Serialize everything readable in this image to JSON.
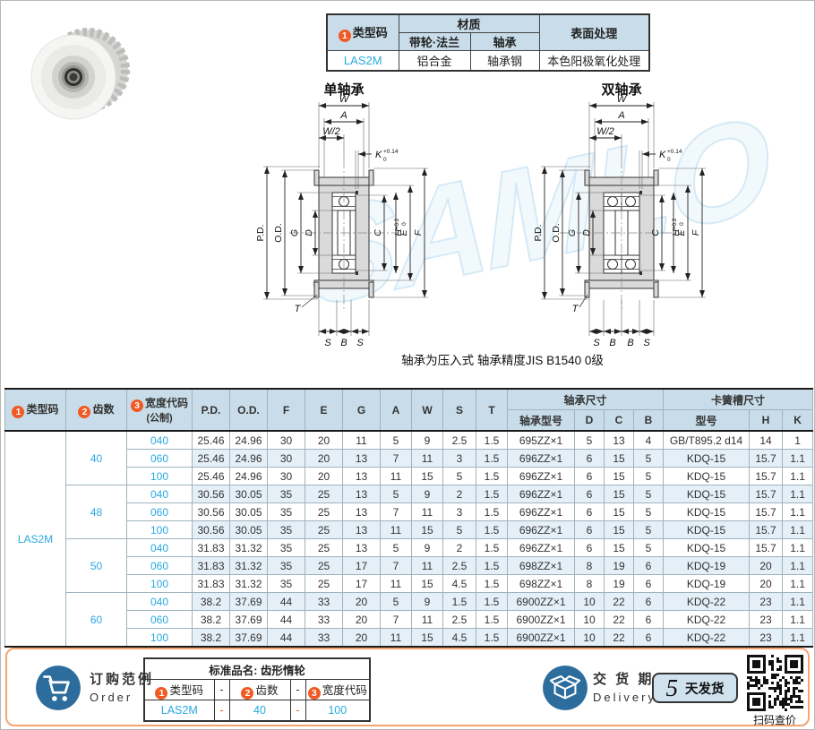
{
  "colors": {
    "accent_blue": "#29a9e0",
    "badge_orange": "#f15a24",
    "header_bg": "#c8dde9",
    "alt_row": "#e4eff7",
    "icon_blue": "#2d6d9e",
    "box_border": "#f5a571"
  },
  "badges": {
    "one": "1",
    "two": "2",
    "three": "3"
  },
  "materials_table": {
    "type_code_header": "类型码",
    "material_header": "材质",
    "pulley_flange_header": "带轮·法兰",
    "bearing_header": "轴承",
    "surface_header": "表面处理",
    "type_code": "LAS2M",
    "pulley_flange": "铝合金",
    "bearing": "轴承钢",
    "surface": "本色阳极氧化处理"
  },
  "drawings": {
    "left_title": "单轴承",
    "right_title": "双轴承",
    "note": "轴承为压入式 轴承精度JIS B1540 0级",
    "watermark": "SAMLO",
    "labels": {
      "w": "W",
      "a": "A",
      "w2": "W/2",
      "k": "K",
      "k_tol_up": "+0.14",
      "k_tol_dn": "0",
      "pd": "P.D.",
      "od": "O.D.",
      "g": "G",
      "d": "D",
      "c": "C",
      "h": "H",
      "h_tol_up": "+0.2",
      "h_tol_dn": "0",
      "e": "E",
      "f": "F",
      "t": "T",
      "s": "S",
      "b": "B"
    }
  },
  "spec_table": {
    "type_code": "LAS2M",
    "headers": {
      "type_code": "类型码",
      "teeth": "齿数",
      "width_code": "宽度代码",
      "width_code_sub": "(公制)",
      "pd": "P.D.",
      "od": "O.D.",
      "f": "F",
      "e": "E",
      "g": "G",
      "a": "A",
      "w": "W",
      "s": "S",
      "t": "T",
      "bearing_group": "轴承尺寸",
      "bearing_model": "轴承型号",
      "d": "D",
      "c": "C",
      "b": "B",
      "ring_group": "卡簧槽尺寸",
      "ring_model": "型号",
      "h": "H",
      "k": "K"
    },
    "groups": [
      {
        "teeth": "40",
        "rows": [
          {
            "code": "040",
            "pd": "25.46",
            "od": "24.96",
            "f": "30",
            "e": "20",
            "g": "11",
            "a": "5",
            "w": "9",
            "s": "2.5",
            "t": "1.5",
            "bearing": "695ZZ×1",
            "d": "5",
            "c": "13",
            "b": "4",
            "ring": "GB/T895.2 d14",
            "h": "14",
            "k": "1"
          },
          {
            "code": "060",
            "pd": "25.46",
            "od": "24.96",
            "f": "30",
            "e": "20",
            "g": "13",
            "a": "7",
            "w": "11",
            "s": "3",
            "t": "1.5",
            "bearing": "696ZZ×1",
            "d": "6",
            "c": "15",
            "b": "5",
            "ring": "KDQ-15",
            "h": "15.7",
            "k": "1.1"
          },
          {
            "code": "100",
            "pd": "25.46",
            "od": "24.96",
            "f": "30",
            "e": "20",
            "g": "13",
            "a": "11",
            "w": "15",
            "s": "5",
            "t": "1.5",
            "bearing": "696ZZ×1",
            "d": "6",
            "c": "15",
            "b": "5",
            "ring": "KDQ-15",
            "h": "15.7",
            "k": "1.1"
          }
        ]
      },
      {
        "teeth": "48",
        "rows": [
          {
            "code": "040",
            "pd": "30.56",
            "od": "30.05",
            "f": "35",
            "e": "25",
            "g": "13",
            "a": "5",
            "w": "9",
            "s": "2",
            "t": "1.5",
            "bearing": "696ZZ×1",
            "d": "6",
            "c": "15",
            "b": "5",
            "ring": "KDQ-15",
            "h": "15.7",
            "k": "1.1"
          },
          {
            "code": "060",
            "pd": "30.56",
            "od": "30.05",
            "f": "35",
            "e": "25",
            "g": "13",
            "a": "7",
            "w": "11",
            "s": "3",
            "t": "1.5",
            "bearing": "696ZZ×1",
            "d": "6",
            "c": "15",
            "b": "5",
            "ring": "KDQ-15",
            "h": "15.7",
            "k": "1.1"
          },
          {
            "code": "100",
            "pd": "30.56",
            "od": "30.05",
            "f": "35",
            "e": "25",
            "g": "13",
            "a": "11",
            "w": "15",
            "s": "5",
            "t": "1.5",
            "bearing": "696ZZ×1",
            "d": "6",
            "c": "15",
            "b": "5",
            "ring": "KDQ-15",
            "h": "15.7",
            "k": "1.1"
          }
        ]
      },
      {
        "teeth": "50",
        "rows": [
          {
            "code": "040",
            "pd": "31.83",
            "od": "31.32",
            "f": "35",
            "e": "25",
            "g": "13",
            "a": "5",
            "w": "9",
            "s": "2",
            "t": "1.5",
            "bearing": "696ZZ×1",
            "d": "6",
            "c": "15",
            "b": "5",
            "ring": "KDQ-15",
            "h": "15.7",
            "k": "1.1"
          },
          {
            "code": "060",
            "pd": "31.83",
            "od": "31.32",
            "f": "35",
            "e": "25",
            "g": "17",
            "a": "7",
            "w": "11",
            "s": "2.5",
            "t": "1.5",
            "bearing": "698ZZ×1",
            "d": "8",
            "c": "19",
            "b": "6",
            "ring": "KDQ-19",
            "h": "20",
            "k": "1.1"
          },
          {
            "code": "100",
            "pd": "31.83",
            "od": "31.32",
            "f": "35",
            "e": "25",
            "g": "17",
            "a": "11",
            "w": "15",
            "s": "4.5",
            "t": "1.5",
            "bearing": "698ZZ×1",
            "d": "8",
            "c": "19",
            "b": "6",
            "ring": "KDQ-19",
            "h": "20",
            "k": "1.1"
          }
        ]
      },
      {
        "teeth": "60",
        "rows": [
          {
            "code": "040",
            "pd": "38.2",
            "od": "37.69",
            "f": "44",
            "e": "33",
            "g": "20",
            "a": "5",
            "w": "9",
            "s": "1.5",
            "t": "1.5",
            "bearing": "6900ZZ×1",
            "d": "10",
            "c": "22",
            "b": "6",
            "ring": "KDQ-22",
            "h": "23",
            "k": "1.1"
          },
          {
            "code": "060",
            "pd": "38.2",
            "od": "37.69",
            "f": "44",
            "e": "33",
            "g": "20",
            "a": "7",
            "w": "11",
            "s": "2.5",
            "t": "1.5",
            "bearing": "6900ZZ×1",
            "d": "10",
            "c": "22",
            "b": "6",
            "ring": "KDQ-22",
            "h": "23",
            "k": "1.1"
          },
          {
            "code": "100",
            "pd": "38.2",
            "od": "37.69",
            "f": "44",
            "e": "33",
            "g": "20",
            "a": "11",
            "w": "15",
            "s": "4.5",
            "t": "1.5",
            "bearing": "6900ZZ×1",
            "d": "10",
            "c": "22",
            "b": "6",
            "ring": "KDQ-22",
            "h": "23",
            "k": "1.1"
          }
        ]
      }
    ]
  },
  "order": {
    "title_cn": "订购范例",
    "title_en": "Order",
    "product_label": "标准品名: 齿形惰轮",
    "dash": "-",
    "type_header": "类型码",
    "teeth_header": "齿数",
    "width_header": "宽度代码",
    "type_value": "LAS2M",
    "teeth_value": "40",
    "width_value": "100"
  },
  "delivery": {
    "title_cn": "交 货 期",
    "title_en": "Delivery",
    "days": "5",
    "days_unit": "天发货",
    "qr_label": "扫码查价"
  }
}
